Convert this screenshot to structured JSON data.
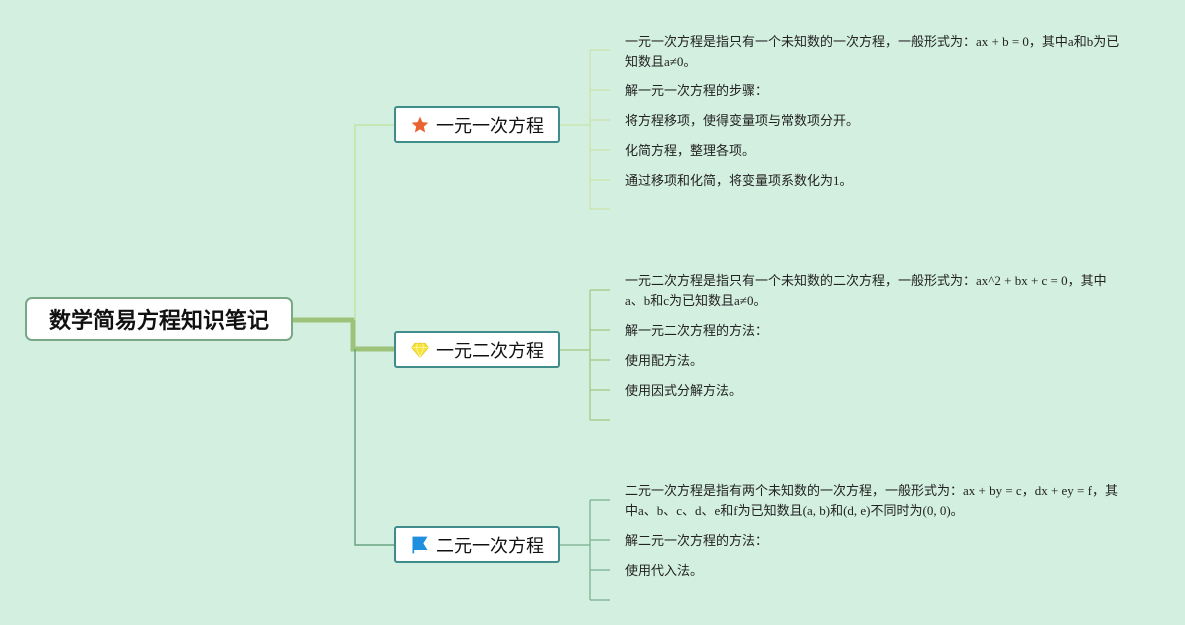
{
  "root": {
    "title": "数学简易方程知识笔记"
  },
  "topics": [
    {
      "label": "一元一次方程",
      "icon": "star-icon",
      "icon_color": "#e8632f",
      "line_color": "#c2e3a6",
      "notes": [
        "一元一次方程是指只有一个未知数的一次方程，一般形式为：ax + b = 0，其中a和b为已知数且a≠0。",
        "解一元一次方程的步骤：",
        "将方程移项，使得变量项与常数项分开。",
        "化简方程，整理各项。",
        "通过移项和化简，将变量项系数化为1。"
      ]
    },
    {
      "label": "一元二次方程",
      "icon": "diamond-icon",
      "icon_color": "#f5e23a",
      "line_color": "#a3c585",
      "notes": [
        "一元二次方程是指只有一个未知数的二次方程，一般形式为：ax^2 + bx + c = 0，其中a、b和c为已知数且a≠0。",
        "解一元二次方程的方法：",
        "使用配方法。",
        "使用因式分解方法。"
      ]
    },
    {
      "label": "二元一次方程",
      "icon": "flag-icon",
      "icon_color": "#1f8fe0",
      "line_color": "#6aa383",
      "notes": [
        "二元一次方程是指有两个未知数的一次方程，一般形式为：ax + by = c，dx + ey = f，其中a、b、c、d、e和f为已知数且(a, b)和(d, e)不同时为(0, 0)。",
        "解二元一次方程的方法：",
        "使用代入法。"
      ]
    }
  ],
  "colors": {
    "background": "#d3efe0",
    "root_border": "#7aa886",
    "topic_border": "#3f8c8a",
    "trunk": "#9dc37a"
  }
}
